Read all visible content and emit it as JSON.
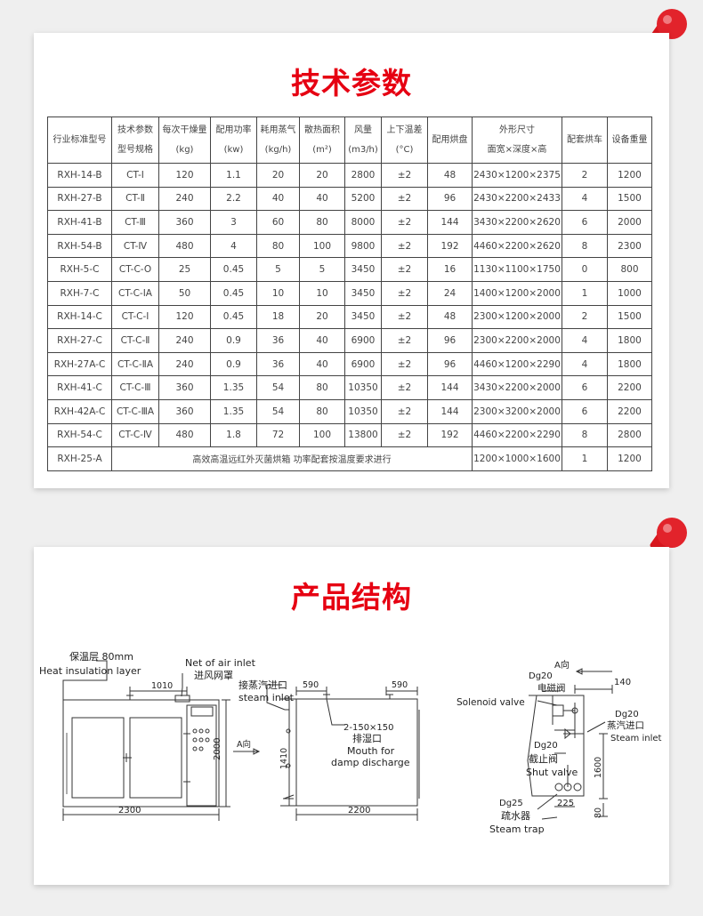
{
  "section1": {
    "title": "技术参数",
    "headers": [
      [
        "行业标准型号"
      ],
      [
        "技术参数",
        "型号规格"
      ],
      [
        "每次干燥量",
        "(kg)"
      ],
      [
        "配用功率",
        "(kw)"
      ],
      [
        "耗用蒸气",
        "(kg/h)"
      ],
      [
        "散热面积",
        "(m²)"
      ],
      [
        "风量",
        "(m3/h)"
      ],
      [
        "上下温差",
        "(°C)"
      ],
      [
        "配用烘盘"
      ],
      [
        "外形尺寸",
        "面宽×深度×高"
      ],
      [
        "配套烘车"
      ],
      [
        "设备重量"
      ]
    ],
    "rows": [
      [
        "RXH-14-B",
        "CT-Ⅰ",
        "120",
        "1.1",
        "20",
        "20",
        "2800",
        "±2",
        "48",
        "2430×1200×2375",
        "2",
        "1200"
      ],
      [
        "RXH-27-B",
        "CT-Ⅱ",
        "240",
        "2.2",
        "40",
        "40",
        "5200",
        "±2",
        "96",
        "2430×2200×2433",
        "4",
        "1500"
      ],
      [
        "RXH-41-B",
        "CT-Ⅲ",
        "360",
        "3",
        "60",
        "80",
        "8000",
        "±2",
        "144",
        "3430×2200×2620",
        "6",
        "2000"
      ],
      [
        "RXH-54-B",
        "CT-Ⅳ",
        "480",
        "4",
        "80",
        "100",
        "9800",
        "±2",
        "192",
        "4460×2200×2620",
        "8",
        "2300"
      ],
      [
        "RXH-5-C",
        "CT-C-O",
        "25",
        "0.45",
        "5",
        "5",
        "3450",
        "±2",
        "16",
        "1130×1100×1750",
        "0",
        "800"
      ],
      [
        "RXH-7-C",
        "CT-C-ⅠA",
        "50",
        "0.45",
        "10",
        "10",
        "3450",
        "±2",
        "24",
        "1400×1200×2000",
        "1",
        "1000"
      ],
      [
        "RXH-14-C",
        "CT-C-Ⅰ",
        "120",
        "0.45",
        "18",
        "20",
        "3450",
        "±2",
        "48",
        "2300×1200×2000",
        "2",
        "1500"
      ],
      [
        "RXH-27-C",
        "CT-C-Ⅱ",
        "240",
        "0.9",
        "36",
        "40",
        "6900",
        "±2",
        "96",
        "2300×2200×2000",
        "4",
        "1800"
      ],
      [
        "RXH-27A-C",
        "CT-C-ⅡA",
        "240",
        "0.9",
        "36",
        "40",
        "6900",
        "±2",
        "96",
        "4460×1200×2290",
        "4",
        "1800"
      ],
      [
        "RXH-41-C",
        "CT-C-Ⅲ",
        "360",
        "1.35",
        "54",
        "80",
        "10350",
        "±2",
        "144",
        "3430×2200×2000",
        "6",
        "2200"
      ],
      [
        "RXH-42A-C",
        "CT-C-ⅢA",
        "360",
        "1.35",
        "54",
        "80",
        "10350",
        "±2",
        "144",
        "2300×3200×2000",
        "6",
        "2200"
      ],
      [
        "RXH-54-C",
        "CT-C-Ⅳ",
        "480",
        "1.8",
        "72",
        "100",
        "13800",
        "±2",
        "192",
        "4460×2200×2290",
        "8",
        "2800"
      ]
    ],
    "last_row": {
      "model": "RXH-25-A",
      "note": "高效高温远红外灭菌烘箱 功率配套按温度要求进行",
      "size": "1200×1000×1600",
      "carts": "1",
      "weight": "1200"
    }
  },
  "section2": {
    "title": "产品结构",
    "labels": {
      "insulation_cn": "保温层 80mm",
      "insulation_en": "Heat insulation layer",
      "air_inlet_en": "Net of air inlet",
      "air_inlet_cn": "进风网罩",
      "steam_inlet_cn": "接蒸汽进口",
      "steam_inlet_en": "steam inlet",
      "mouth_dim": "2-150×150",
      "mouth_cn": "排湿口",
      "mouth_en1": "Mouth for",
      "mouth_en2": "damp discharge",
      "a_dir_1": "A向",
      "a_dir_2": "A向",
      "dim_1010": "1010",
      "dim_2300": "2300",
      "dim_2000": "2000",
      "dim_1410": "1410",
      "dim_590_a": "590",
      "dim_590_b": "590",
      "dim_2200": "2200",
      "dg20_a": "Dg20",
      "solenoid_cn": "电磁阀",
      "solenoid_en": "Solenoid valve",
      "dim_140": "140",
      "dg20_b": "Dg20",
      "steam_inlet2_cn": "蒸汽进口",
      "steam_inlet2_en": "Steam inlet",
      "dg20_c": "Dg20",
      "shut_cn": "截止阀",
      "shut_en": "Shut valve",
      "dim_1600": "1600",
      "dg25": "Dg25",
      "dim_225": "225",
      "dim_80": "80",
      "trap_cn": "疏水器",
      "trap_en": "Steam trap"
    }
  },
  "colors": {
    "title_red": "#e60012",
    "pin_red": "#d9171e",
    "line": "#333333"
  }
}
